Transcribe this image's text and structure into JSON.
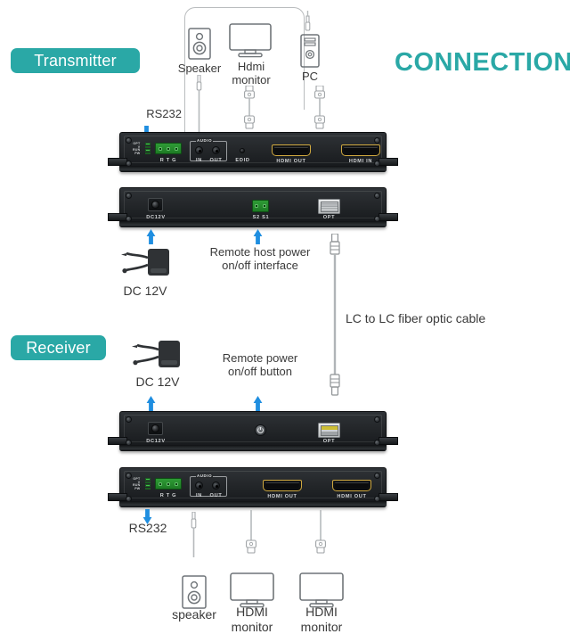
{
  "page": {
    "title": "CONNECTION",
    "accent_color": "#2aa8a6",
    "background": "#ffffff"
  },
  "badges": {
    "transmitter": "Transmitter",
    "receiver": "Receiver"
  },
  "top_sources": {
    "speaker": "Speaker",
    "hdmi_monitor": "Hdmi\nmonitor",
    "pc": "PC"
  },
  "transmitter": {
    "rs232_label": "RS232",
    "front_panel": {
      "leds": [
        "OPT",
        "V",
        "RUN",
        "PW"
      ],
      "terminal_block": "R T G",
      "audio_group": "AUDIO",
      "audio_in": "IN",
      "audio_out": "OUT",
      "edid": "EDID",
      "hdmi_out": "HDMI OUT",
      "hdmi_in": "HDMI IN"
    },
    "rear_panel": {
      "dc": "DC12V",
      "switch": "S2  S1",
      "opt": "OPT"
    },
    "power_caption": "DC 12V",
    "remote_caption": "Remote host power\non/off interface"
  },
  "fiber": {
    "label": "LC to LC fiber optic cable"
  },
  "receiver": {
    "power_caption": "DC 12V",
    "remote_caption": "Remote power\non/off button",
    "rear_panel": {
      "dc": "DC12V",
      "opt": "OPT"
    },
    "front_panel": {
      "leds": [
        "OPT",
        "V",
        "RUN",
        "PW"
      ],
      "terminal_block": "R T G",
      "audio_group": "AUDIO",
      "audio_in": "IN",
      "audio_out": "OUT",
      "hdmi_out_1": "HDMI OUT",
      "hdmi_out_2": "HDMI OUT"
    },
    "rs232_label": "RS232"
  },
  "bottom_sinks": {
    "speaker": "speaker",
    "monitor_1": "HDMI\nmonitor",
    "monitor_2": "HDMI\nmonitor"
  }
}
